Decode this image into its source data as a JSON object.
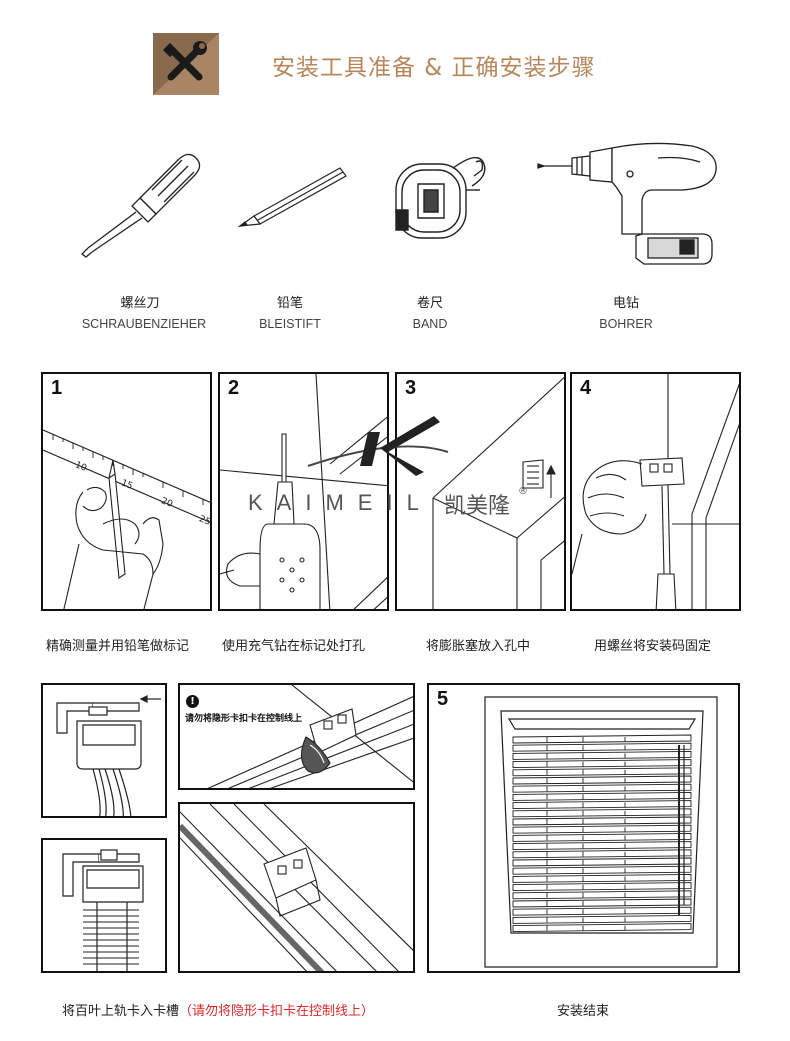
{
  "header": {
    "title": "安装工具准备 & 正确安装步骤",
    "icon": "tools-icon"
  },
  "tools": [
    {
      "icon": "screwdriver-icon",
      "cn": "螺丝刀",
      "de": "SCHRAUBENZIEHER"
    },
    {
      "icon": "pencil-icon",
      "cn": "铅笔",
      "de": "BLEISTIFT"
    },
    {
      "icon": "tape-measure-icon",
      "cn": "卷尺",
      "de": "BAND"
    },
    {
      "icon": "drill-icon",
      "cn": "电钻",
      "de": "BOHRER"
    }
  ],
  "steps": [
    {
      "num": "1",
      "caption": "精确测量并用铅笔做标记"
    },
    {
      "num": "2",
      "caption": "使用充气钻在标记处打孔"
    },
    {
      "num": "3",
      "caption": "将膨胀塞放入孔中"
    },
    {
      "num": "4",
      "caption": "用螺丝将安装码固定"
    }
  ],
  "ruler_labels": [
    "10",
    "15",
    "20",
    "25"
  ],
  "watermark": {
    "latin": "KAIMEIL",
    "cn": "凯美隆",
    "mark": "®"
  },
  "clip_panel": {
    "warning_icon": "!",
    "warning_text": "请勿将隐形卡扣卡在控制线上"
  },
  "final_step": {
    "num": "5",
    "caption": "安装结束"
  },
  "bottom_caption": {
    "main": "将百叶上轨卡入卡槽",
    "note": "（请勿将隐形卡扣卡在控制线上）"
  },
  "colors": {
    "title": "#b7875c",
    "icon_bg": "#8a6a4c",
    "note": "#d42a2a"
  }
}
